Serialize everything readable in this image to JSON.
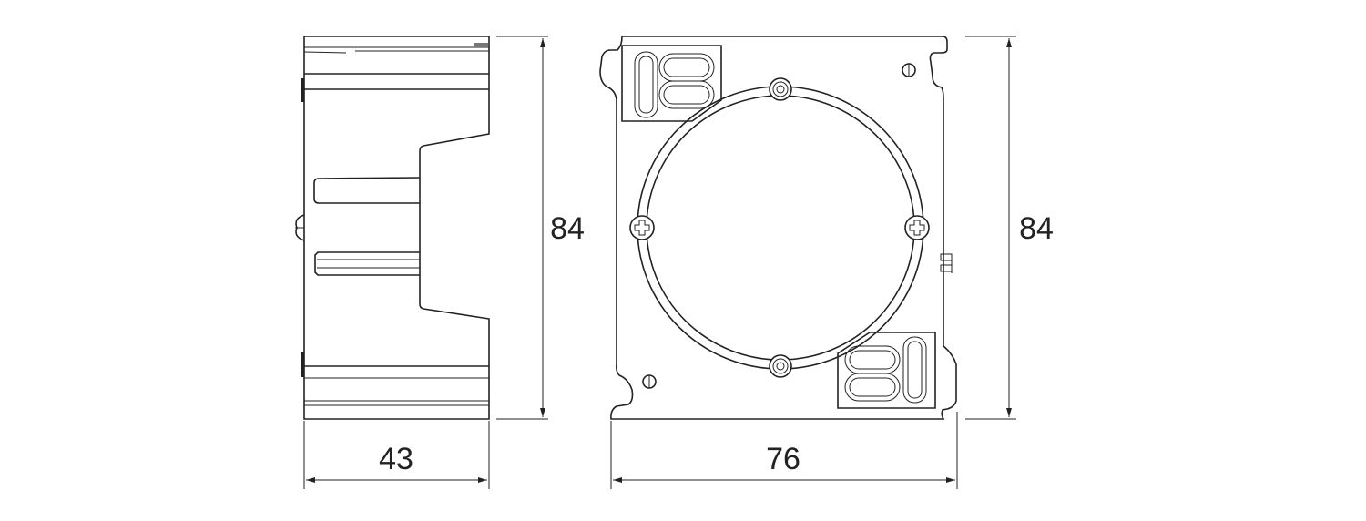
{
  "drawing": {
    "side_view": {
      "width_label": "43",
      "height_label": "84"
    },
    "front_view": {
      "width_label": "76",
      "height_label": "84"
    },
    "line_color": "#222222"
  }
}
